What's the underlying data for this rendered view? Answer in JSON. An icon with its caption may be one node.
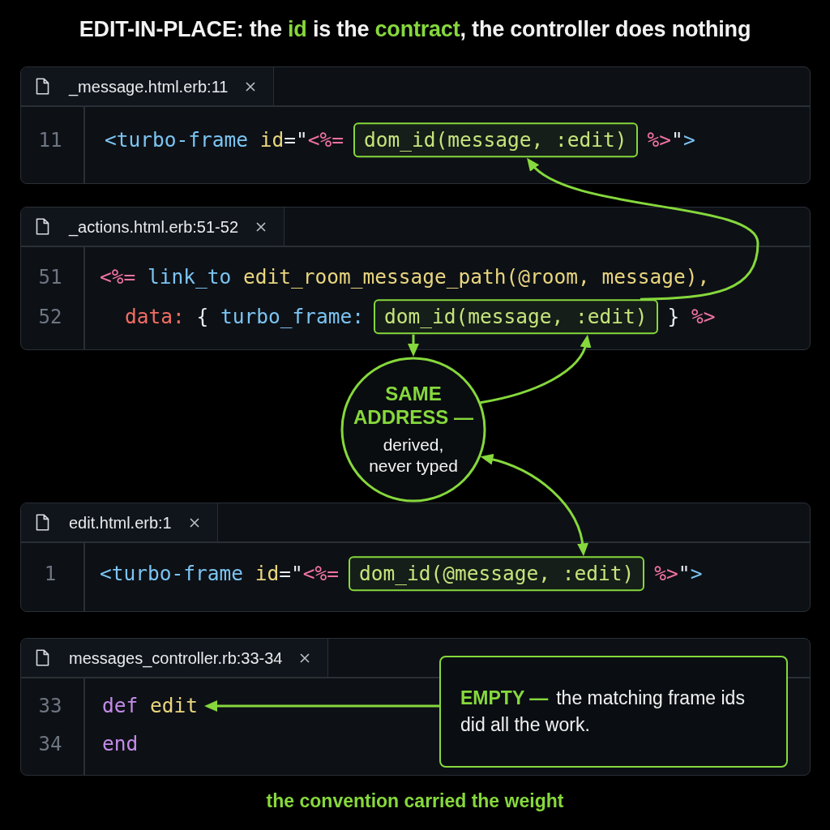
{
  "diagram": {
    "title": "EDIT-IN-PLACE: the **id** is the **contract**, the controller does nothing",
    "caption": "the convention carried the weight",
    "nodes": [
      {
        "text": [
          "_message.html.erb:11",
          "11",
          "<turbo-frame id=\"<%=",
          "%>\">"
        ]
      },
      {
        "text": [
          "dom_id(message, :edit)"
        ],
        "in": 0
      },
      {
        "text": [
          "_actions.html.erb:51-52",
          "51",
          "<%= link_to edit_room_message_path(@room, message),",
          "52",
          "data: { turbo_frame:",
          "} %>"
        ]
      },
      {
        "text": [
          "dom_id(message, :edit)"
        ],
        "in": 2
      },
      {
        "text": [
          "SAME ADDRESS —",
          "derived, never typed"
        ]
      },
      {
        "text": [
          "edit.html.erb:1",
          "1",
          "<turbo-frame id=\"<%=",
          "%>\">"
        ]
      },
      {
        "text": [
          "dom_id(@message, :edit)"
        ],
        "in": 5
      },
      {
        "text": [
          "messages_controller.rb:33-34",
          "33",
          "34",
          "end"
        ]
      },
      {
        "text": [
          "def edit"
        ],
        "in": 7
      },
      {
        "text": [
          "EMPTY —",
          "the matching frame ids did all the work."
        ],
        "in": 7
      }
    ],
    "edges": [
      {
        "from": 3,
        "to": 4,
        "arrow": "to"
      },
      {
        "from": 4,
        "to": 3,
        "arrow": "to"
      },
      {
        "from": 3,
        "to": 1,
        "arrow": "to"
      },
      {
        "from": 4,
        "to": 6,
        "arrow": "both"
      },
      {
        "from": 9,
        "to": 8,
        "arrow": "to"
      }
    ]
  }
}
